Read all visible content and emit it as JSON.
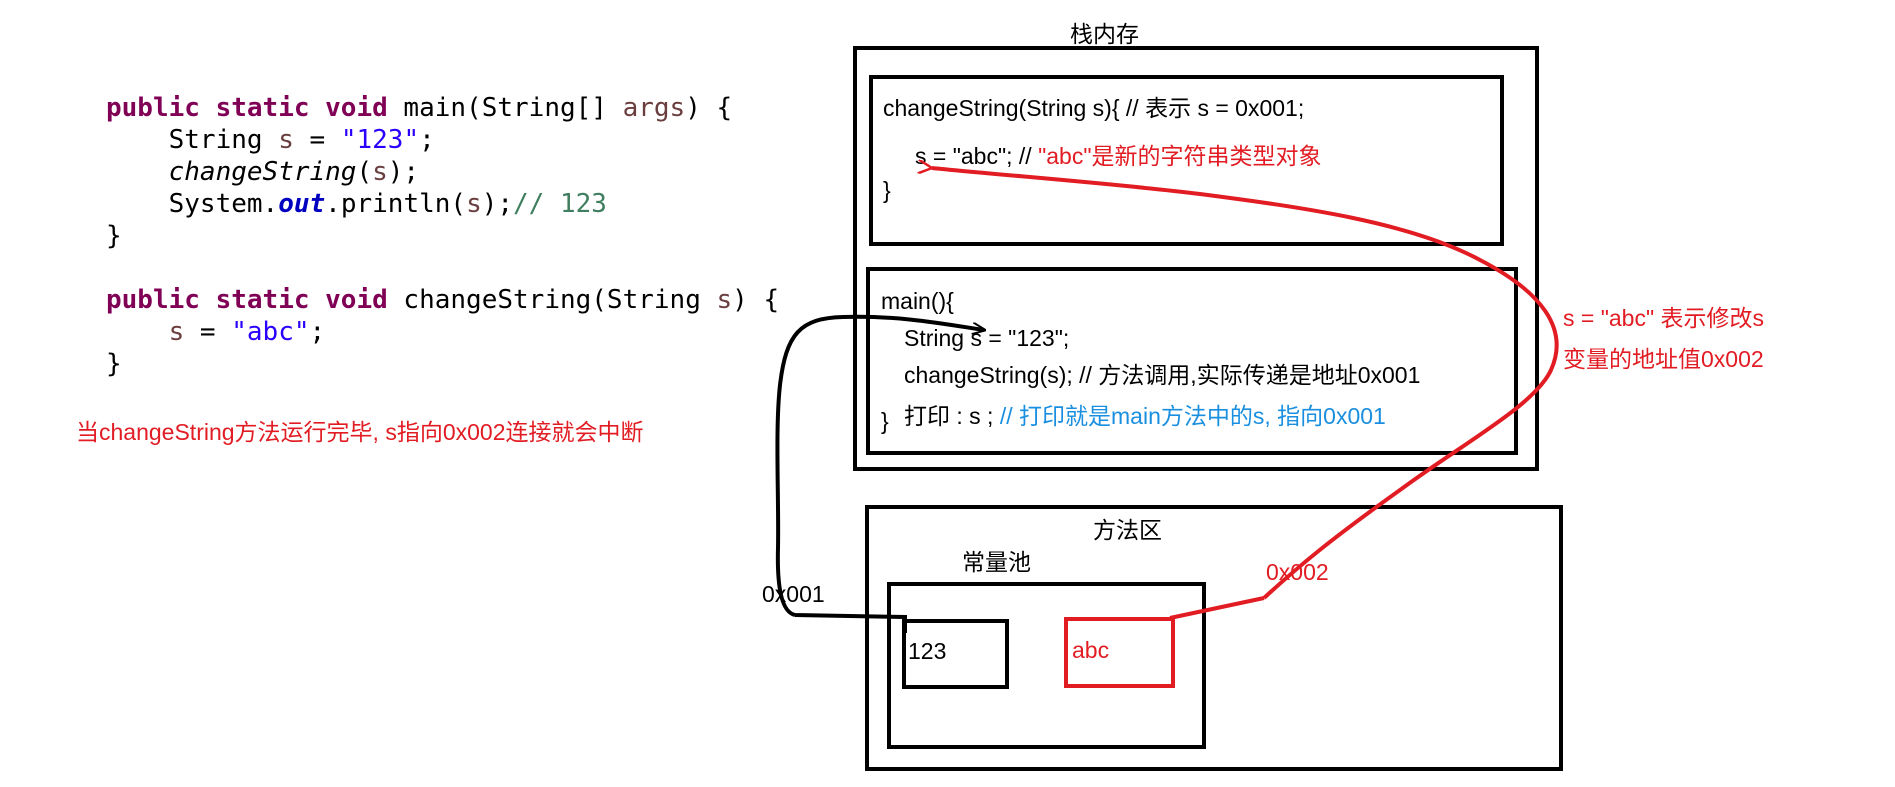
{
  "code": {
    "main_public": "public",
    "main_static": "static",
    "main_void": "void",
    "main_sig": " main(String[] ",
    "main_args": "args",
    "main_open": ") {",
    "l2_type": "String ",
    "l2_var": "s",
    "l2_eq": " = ",
    "l2_str": "\"123\"",
    "l2_end": ";",
    "l3_call": "changeString",
    "l3_paren": "(",
    "l3_var": "s",
    "l3_end": ");",
    "l4_sys": "System.",
    "l4_out": "out",
    "l4_println": ".println(",
    "l4_var": "s",
    "l4_close": ");",
    "l4_comment": "// 123",
    "close1": "}",
    "cs_public": "public",
    "cs_static": "static",
    "cs_void": "void",
    "cs_sig": " changeString(String ",
    "cs_param": "s",
    "cs_open": ") {",
    "l7_var": "s",
    "l7_eq": " = ",
    "l7_str": "\"abc\"",
    "l7_end": ";",
    "close2": "}"
  },
  "notes": {
    "disconnect": "当changeString方法运行完毕, s指向0x002连接就会中断",
    "stack_title": "栈内存",
    "change_frame_line1": "changeString(String s){ // 表示 s = 0x001;",
    "change_frame_line2_code": "s = \"abc\";  // ",
    "change_frame_line2_comment": "\"abc\"是新的字符串类型对象",
    "change_frame_close": "}",
    "main_frame_line1": "main(){",
    "main_frame_line2": "String s = \"123\";",
    "main_frame_line3": "changeString(s); // 方法调用,实际传递是地址0x001",
    "main_frame_line4_code": "打印 : s ; ",
    "main_frame_line4_comment": "// 打印就是main方法中的s, 指向0x001",
    "main_frame_close": "}",
    "right_note_line1": "s = \"abc\" 表示修改s",
    "right_note_line2": "变量的地址值0x002",
    "method_area_title": "方法区",
    "constant_pool_title": "常量池",
    "addr_0x001": "0x001",
    "addr_0x002": "0x002",
    "value_123": "123",
    "value_abc": "abc"
  },
  "colors": {
    "keyword": "#7f0055",
    "string": "#2a00ff",
    "comment": "#3f7f5f",
    "highlight_red": "#e21c23",
    "comment_blue": "#1a8fe0"
  }
}
